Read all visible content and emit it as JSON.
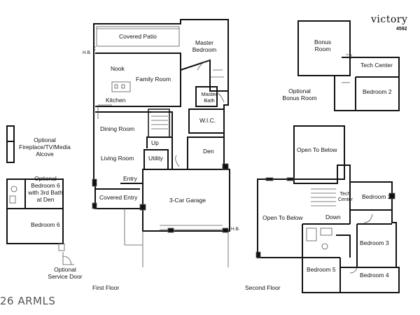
{
  "brand": {
    "name": "victory",
    "number": "4592"
  },
  "watermark": "26 ARMLS",
  "floors": {
    "first": "First Floor",
    "second": "Second Floor"
  },
  "rooms": {
    "covered_patio": "Covered Patio",
    "master_bedroom": "Master Bedroom",
    "hb_top": "H.B.",
    "nook": "Nook",
    "family_room": "Family Room",
    "kitchen": "Kitchen",
    "master_bath": "Master Bath",
    "wic": "W.I.C.",
    "dining_room": "Dining Room",
    "up": "Up",
    "den": "Den",
    "living_room": "Living Room",
    "utility": "Utility",
    "entry": "Entry",
    "covered_entry": "Covered Entry",
    "garage": "3-Car Garage",
    "hb_bottom": "H.B.",
    "opt_fireplace": "Optional Fireplace/TV/Media Alcove",
    "opt_bedroom6": "Optional Bedroom 6 with 3rd Bath at Den",
    "bedroom6": "Bedroom 6",
    "opt_service_door": "Optional Service Door",
    "bonus_room": "Bonus Room",
    "tech_center_bonus": "Tech Center",
    "bedroom2_bonus": "Bedroom 2",
    "opt_bonus_room": "Optional Bonus Room",
    "open_to_below_top": "Open To Below",
    "tech_center": "Tech Center",
    "bedroom2": "Bedroom 2",
    "open_to_below_left": "Open To Below",
    "down": "Down",
    "bedroom3": "Bedroom 3",
    "bedroom5": "Bedroom 5",
    "bedroom4": "Bedroom 4"
  },
  "colors": {
    "wall": "#111111",
    "thin": "#555555"
  }
}
